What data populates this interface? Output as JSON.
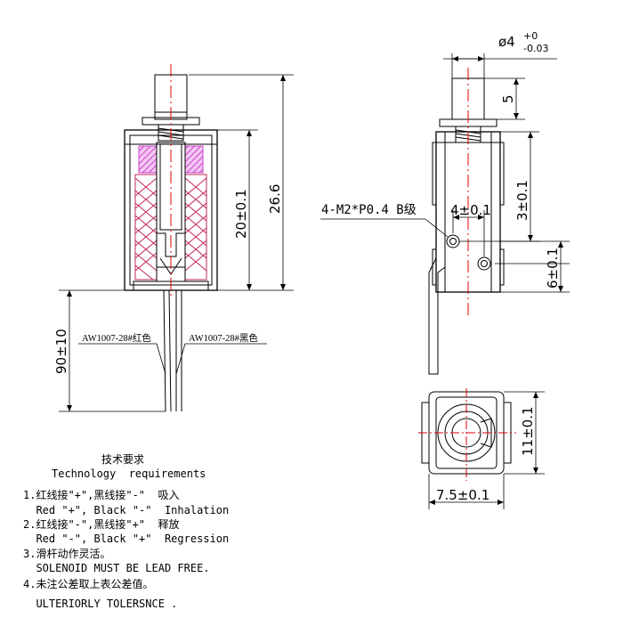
{
  "dimensions": {
    "diameter": "ø4",
    "diameter_tol_upper": "+0",
    "diameter_tol_lower": "-0.03",
    "plunger_height": "5",
    "overall_height": "26.6",
    "body_height": "20±0.1",
    "lead_length": "90±10",
    "thread_spec": "4-M2*P0.4 B级",
    "hole_spacing_x": "4±0.1",
    "hole_offset_top": "3±0.1",
    "hole_offset_bottom": "6±0.1",
    "bottom_height": "11±0.1",
    "bottom_width": "7.5±0.1"
  },
  "leads": {
    "red": "AW1007-28#红色",
    "black": "AW1007-28#黑色"
  },
  "notes": {
    "title_cn": "技术要求",
    "title_en": "Technology  requirements",
    "lines": [
      "1.红线接\"+\",黑线接\"-\"  吸入",
      "  Red \"+\", Black \"-\"  Inhalation",
      "2.红线接\"-\",黑线接\"+\"  释放",
      "  Red \"-\", Black \"+\"  Regression",
      "3.滑杆动作灵活。",
      "  SOLENOID MUST BE LEAD FREE.",
      "4.未注公差取上表公差值。",
      "",
      "  ULTERIORLY TOLERSNCE ."
    ]
  },
  "colors": {
    "line": "#000000",
    "centerline": "#e00000",
    "coil": "#c0285a",
    "hatch": "#cc44cc"
  }
}
